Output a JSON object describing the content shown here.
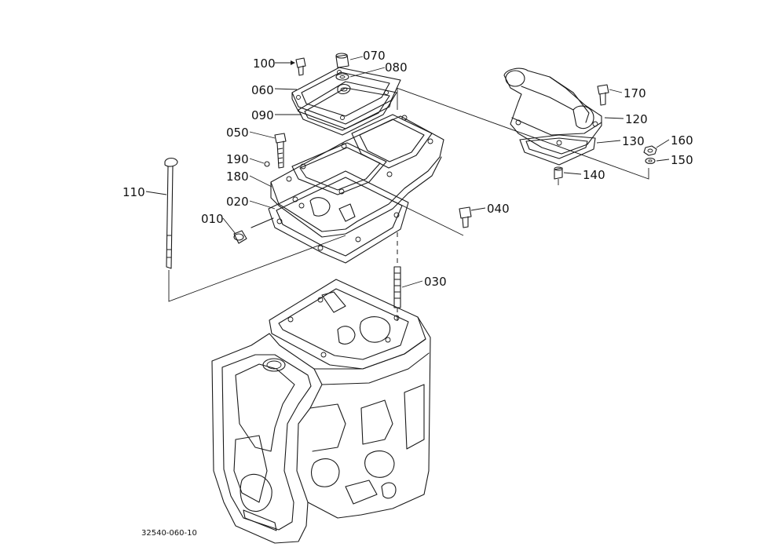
{
  "diagram": {
    "parts": {
      "p010": "010",
      "p020": "020",
      "p030": "030",
      "p040": "040",
      "p050": "050",
      "p060": "060",
      "p070": "070",
      "p080": "080",
      "p090": "090",
      "p100": "100",
      "p110": "110",
      "p120": "120",
      "p130": "130",
      "p140": "140",
      "p150": "150",
      "p160": "160",
      "p170": "170",
      "p180": "180",
      "p190": "190"
    },
    "drawing_code": "32540-060-10",
    "colors": {
      "line": "#1a1a1a",
      "background": "#ffffff"
    }
  }
}
